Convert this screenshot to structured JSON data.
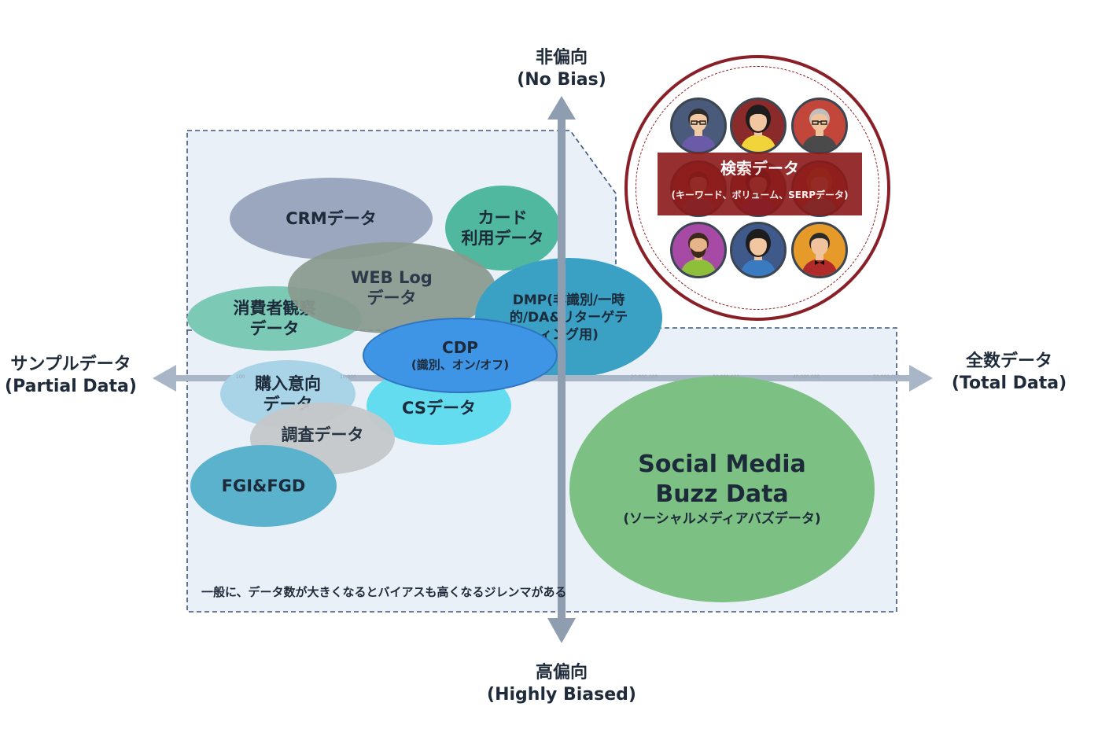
{
  "axes": {
    "top": {
      "line1": "非偏向",
      "line2": "(No Bias)"
    },
    "bottom": {
      "line1": "高偏向",
      "line2": "(Highly Biased)"
    },
    "left": {
      "line1": "サンプルデータ",
      "line2": "(Partial Data)"
    },
    "right": {
      "line1": "全数データ",
      "line2": "(Total Data)"
    }
  },
  "colors": {
    "axis": "#8e9db0",
    "box_fill": "#e9f0f8",
    "box_border": "#3d5478",
    "circle_border": "#8a2027",
    "search_band": "#8b1a1a"
  },
  "ticks": [
    "100",
    "10,000",
    "20,000,000",
    "30,000,000",
    "40,000,000",
    "50,000,000"
  ],
  "ellipses": {
    "crm": {
      "label": "CRMデータ",
      "color": "#9aa7bf"
    },
    "card": {
      "line1": "カード",
      "line2": "利用データ",
      "color": "#4fb89e"
    },
    "weblog": {
      "line1": "WEB Log",
      "line2": "データ",
      "color": "#8a9a8e"
    },
    "consumer": {
      "line1": "消費者観察",
      "line2": "データ",
      "color": "#7cc9b5"
    },
    "dmp": {
      "line1": "DMP(非識別/一時",
      "line2": "的/DA&リターゲテ",
      "line3": "ィング用)",
      "color": "#3aa0c4"
    },
    "cdp": {
      "line1": "CDP",
      "line2": "(識別、オン/オフ)",
      "color": "#3e95e6"
    },
    "purchase": {
      "line1": "購入意向",
      "line2": "データ",
      "color": "#a9d3e6"
    },
    "cs": {
      "label": "CSデータ",
      "color": "#62dcee"
    },
    "survey": {
      "label": "調査データ",
      "color": "#c6c8ca"
    },
    "fgi": {
      "label": "FGI&FGD",
      "color": "#5ab2cc"
    },
    "social": {
      "line1": "Social Media",
      "line2": "Buzz Data",
      "line3": "(ソーシャルメディアバズデータ)",
      "color": "#7dc083"
    }
  },
  "search": {
    "title": "検索データ",
    "subtitle": "(キーワード、ボリューム、SERPデータ)"
  },
  "faces": [
    "glasses-man-icon",
    "woman-icon",
    "glasses-elder-icon",
    "man-icon",
    "woman-icon",
    "curly-woman-icon",
    "bearded-man-icon",
    "woman-icon",
    "bowtie-man-icon"
  ],
  "note": "一般に、データ数が大きくなるとバイアスも高くなるジレンマがある"
}
